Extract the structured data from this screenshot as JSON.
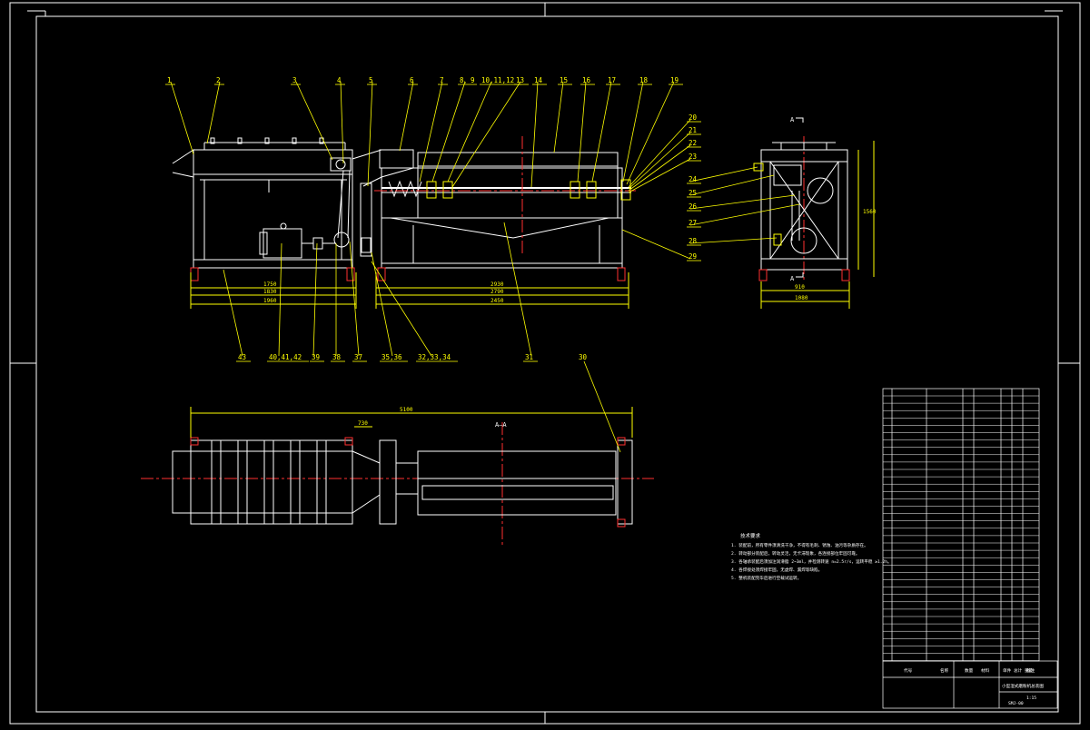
{
  "drawing": {
    "colors": {
      "background": "#000000",
      "line": "#ffffff",
      "callout": "#ffff00",
      "center_line": "#ff3030",
      "hidden_line": "#ff3030",
      "accent": "#ff00ff"
    },
    "callouts_top": [
      "1",
      "2",
      "3",
      "4",
      "5",
      "6",
      "7",
      "8、9",
      "10,11,12",
      "13",
      "14",
      "15",
      "16",
      "17",
      "18",
      "19"
    ],
    "callouts_right": [
      "20",
      "21",
      "22",
      "23",
      "24",
      "25",
      "26",
      "27",
      "28",
      "29"
    ],
    "callouts_bottom": [
      "43",
      "40,41,42",
      "39",
      "38",
      "37",
      "35,36",
      "32,33,34",
      "31"
    ],
    "callout_30": "30",
    "dims": {
      "left_a": "1750",
      "left_b": "1830",
      "left_c": "1960",
      "mid_a": "2930",
      "mid_b": "2790",
      "mid_c": "2450",
      "plan_total": "5100",
      "plan_small": "730",
      "end_width": "910",
      "end_total": "1080",
      "end_height": "1560"
    },
    "section_mark_a": "A",
    "section_label": "A—A",
    "notes_title": "技术要求",
    "notes": [
      "1. 装配前，所有零件须清洗干净，不得有毛刺、锈蚀、油污等杂质存在。",
      "2. 转动部分装配后，转动灵活，无卡滞现象，各连接部位牢固可靠。",
      "3. 各轴承装配后须加注润滑脂 2~3ml，并检测转速 n=2.5r/s，运转平稳 ≥1.2h。",
      "4. 各焊接处须焊接牢固，无虚焊、漏焊等缺陷。",
      "5. 整机装配完毕后进行空载试运转。"
    ],
    "title_block": {
      "drawing_no": "SMJ-00",
      "title": "小型湿式磨粉机总装图",
      "scale": "1:15",
      "col_code": "代号",
      "col_name": "名称",
      "col_qty": "数量",
      "col_material": "材料",
      "col_weight": "单件 总计 重量",
      "col_remark": "备注"
    }
  }
}
